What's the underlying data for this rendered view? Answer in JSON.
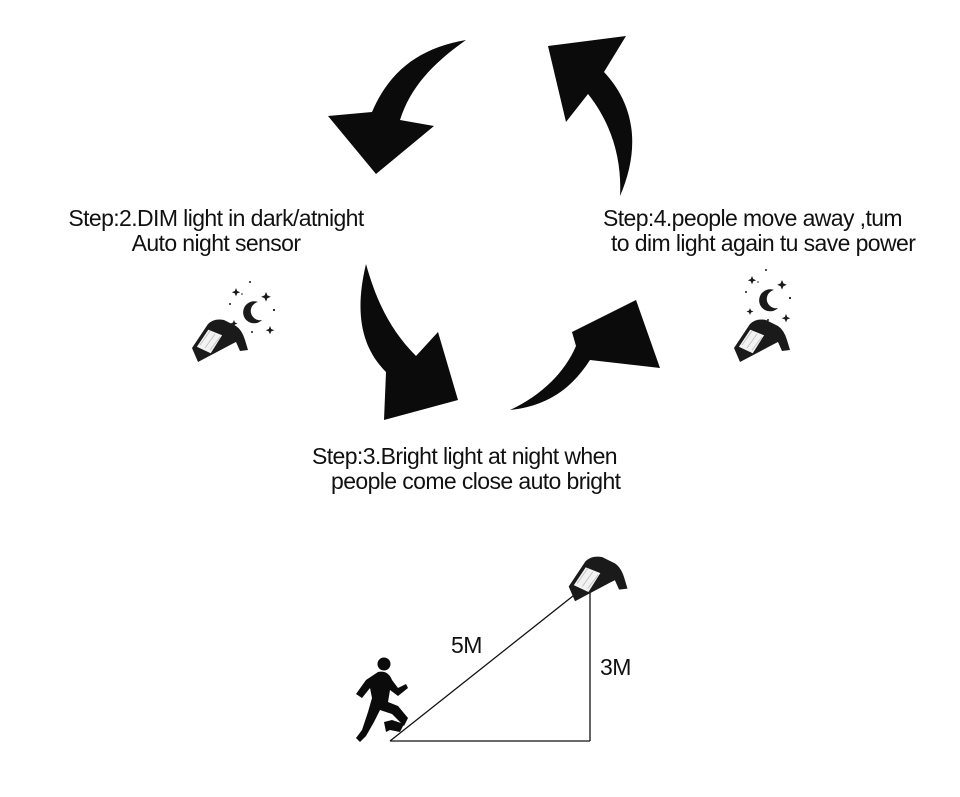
{
  "steps": {
    "step2": {
      "line1": "Step:2.DIM light in dark/atnight",
      "line2": "Auto night sensor"
    },
    "step3": {
      "line1": "Step:3.Bright light at night when",
      "line2": "people come close auto bright"
    },
    "step4": {
      "line1": "Step:4.people move away ,tum",
      "line2": "to dim light again tu save power"
    }
  },
  "distances": {
    "hypotenuse": "5M",
    "vertical": "3M"
  },
  "icons": {
    "cycle_arrow": "curved-arrow-icon",
    "night": "moon-stars-icon",
    "lamp": "solar-wall-lamp-icon",
    "person": "running-person-icon"
  },
  "colors": {
    "ink": "#111111",
    "background": "#ffffff"
  }
}
